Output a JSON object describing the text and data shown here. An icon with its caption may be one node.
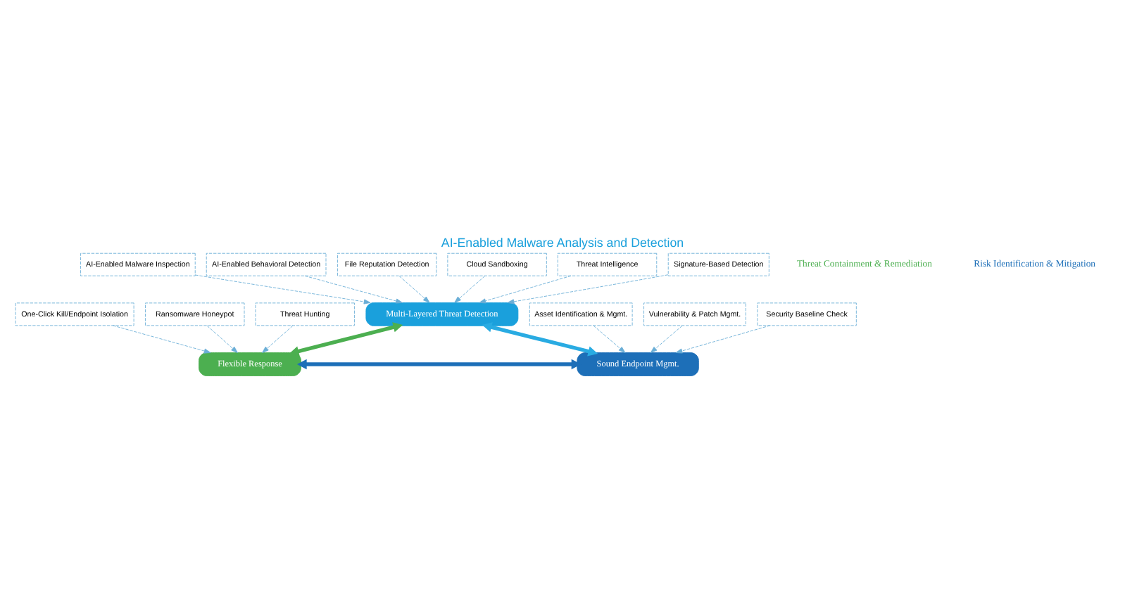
{
  "diagram": {
    "title": "AI-Enabled Malware Analysis and Detection",
    "nodes": [
      {
        "text": [
          "Multi-Layered Threat Detection"
        ]
      },
      {
        "text": [
          "Flexible Response"
        ]
      },
      {
        "text": [
          "Sound Endpoint Mgmt."
        ]
      },
      {
        "text": [
          "AI-Enabled Malware Inspection"
        ]
      },
      {
        "text": [
          "AI-Enabled Behavioral Detection"
        ]
      },
      {
        "text": [
          "File Reputation Detection"
        ]
      },
      {
        "text": [
          "Cloud Sandboxing"
        ]
      },
      {
        "text": [
          "Threat Intelligence"
        ]
      },
      {
        "text": [
          "Signature-Based Detection"
        ]
      },
      {
        "text": [
          "One-Click Kill/Endpoint Isolation"
        ]
      },
      {
        "text": [
          "Ransomware Honeypot"
        ]
      },
      {
        "text": [
          "Threat Hunting"
        ]
      },
      {
        "text": [
          "Asset Identification & Mgmt."
        ]
      },
      {
        "text": [
          "Vulnerability & Patch Mgmt."
        ]
      },
      {
        "text": [
          "Security Baseline Check"
        ]
      }
    ],
    "edges": [
      {
        "from": 3,
        "to": 0,
        "arrow": "to",
        "style": "dashed"
      },
      {
        "from": 4,
        "to": 0,
        "arrow": "to",
        "style": "dashed"
      },
      {
        "from": 5,
        "to": 0,
        "arrow": "to",
        "style": "dashed"
      },
      {
        "from": 6,
        "to": 0,
        "arrow": "to",
        "style": "dashed"
      },
      {
        "from": 7,
        "to": 0,
        "arrow": "to",
        "style": "dashed"
      },
      {
        "from": 8,
        "to": 0,
        "arrow": "to",
        "style": "dashed"
      },
      {
        "from": 0,
        "to": 1,
        "arrow": "both",
        "style": "thick",
        "color": "#4caf50"
      },
      {
        "from": 0,
        "to": 2,
        "arrow": "both",
        "style": "thick",
        "color": "#29abe2"
      },
      {
        "from": 1,
        "to": 2,
        "arrow": "both",
        "style": "thick",
        "color": "#1d6fb8"
      },
      {
        "from": 9,
        "to": 1,
        "arrow": "to",
        "style": "dashed"
      },
      {
        "from": 10,
        "to": 1,
        "arrow": "to",
        "style": "dashed"
      },
      {
        "from": 11,
        "to": 1,
        "arrow": "to",
        "style": "dashed"
      },
      {
        "from": 12,
        "to": 2,
        "arrow": "to",
        "style": "dashed"
      },
      {
        "from": 13,
        "to": 2,
        "arrow": "to",
        "style": "dashed"
      },
      {
        "from": 14,
        "to": 2,
        "arrow": "to",
        "style": "dashed"
      }
    ],
    "labels": [
      "Threat Containment & Remediation",
      "Risk Identification & Mitigation"
    ]
  }
}
